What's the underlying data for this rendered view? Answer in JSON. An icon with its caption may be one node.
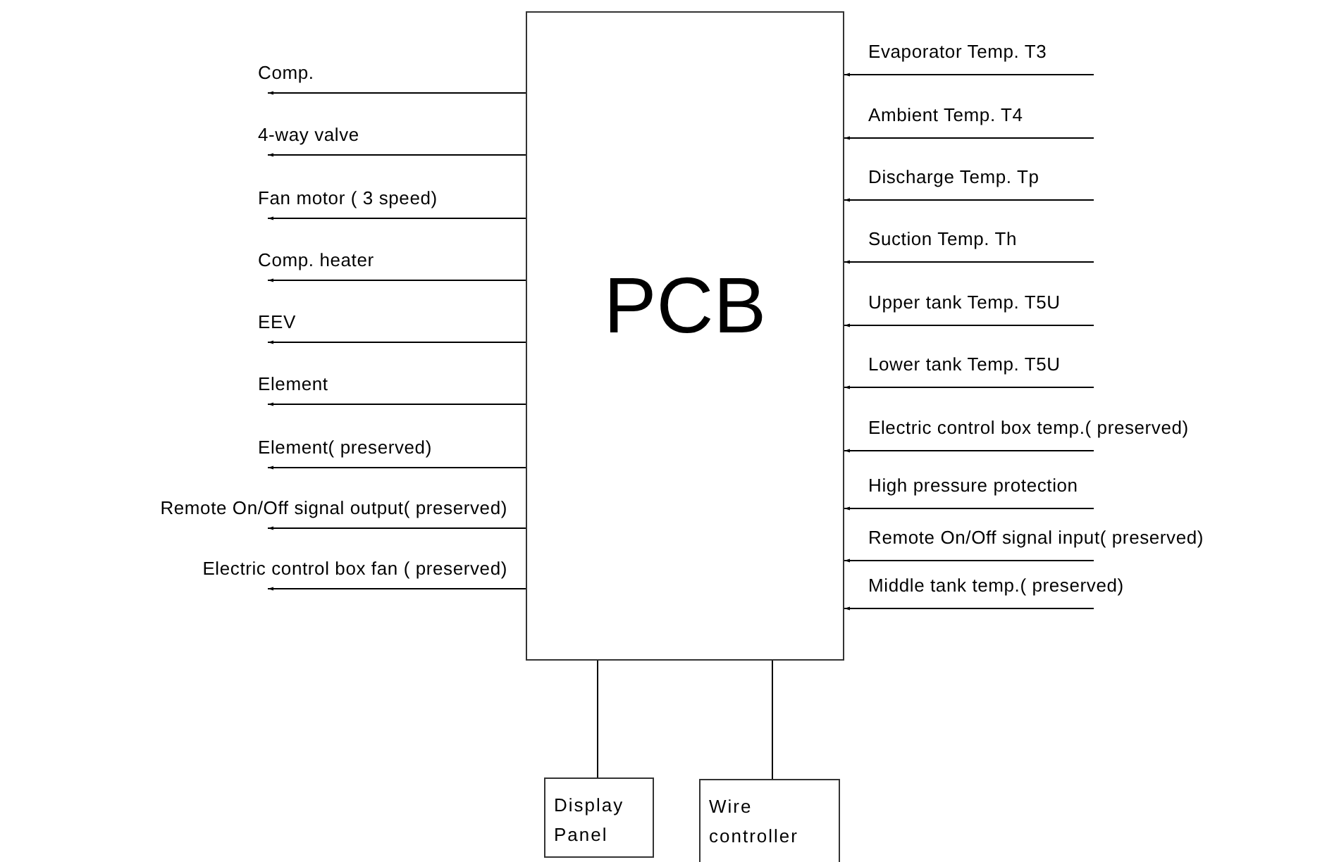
{
  "diagram": {
    "nodes": [
      {
        "text": [
          "PCB"
        ]
      },
      {
        "text": [
          "Display Panel"
        ]
      },
      {
        "text": [
          "Wire controller"
        ]
      }
    ],
    "edges": [
      {
        "from": 0,
        "to": null,
        "arrow": "to",
        "label": "Comp."
      },
      {
        "from": 0,
        "to": null,
        "arrow": "to",
        "label": "4-way valve"
      },
      {
        "from": 0,
        "to": null,
        "arrow": "to",
        "label": "Fan motor ( 3 speed)"
      },
      {
        "from": 0,
        "to": null,
        "arrow": "to",
        "label": "Comp. heater"
      },
      {
        "from": 0,
        "to": null,
        "arrow": "to",
        "label": "EEV"
      },
      {
        "from": 0,
        "to": null,
        "arrow": "to",
        "label": "Element"
      },
      {
        "from": 0,
        "to": null,
        "arrow": "to",
        "label": "Element( preserved)"
      },
      {
        "from": 0,
        "to": null,
        "arrow": "to",
        "label": "Remote On/Off signal output( preserved)"
      },
      {
        "from": 0,
        "to": null,
        "arrow": "to",
        "label": "Electric control box fan ( preserved)"
      },
      {
        "from": null,
        "to": 0,
        "arrow": "to",
        "label": "Evaporator Temp. T3"
      },
      {
        "from": null,
        "to": 0,
        "arrow": "to",
        "label": "Ambient Temp. T4"
      },
      {
        "from": null,
        "to": 0,
        "arrow": "to",
        "label": "Discharge Temp. Tp"
      },
      {
        "from": null,
        "to": 0,
        "arrow": "to",
        "label": "Suction Temp. Th"
      },
      {
        "from": null,
        "to": 0,
        "arrow": "to",
        "label": "Upper tank Temp. T5U"
      },
      {
        "from": null,
        "to": 0,
        "arrow": "to",
        "label": "Lower tank Temp. T5U"
      },
      {
        "from": null,
        "to": 0,
        "arrow": "to",
        "label": "Electric control box temp.( preserved)"
      },
      {
        "from": null,
        "to": 0,
        "arrow": "to",
        "label": "High pressure protection"
      },
      {
        "from": null,
        "to": 0,
        "arrow": "to",
        "label": "Remote On/Off signal input( preserved)"
      },
      {
        "from": null,
        "to": 0,
        "arrow": "to",
        "label": "Middle tank temp.( preserved)"
      },
      {
        "from": 0,
        "to": 1,
        "arrow": "none"
      },
      {
        "from": 0,
        "to": 2,
        "arrow": "none"
      }
    ]
  }
}
